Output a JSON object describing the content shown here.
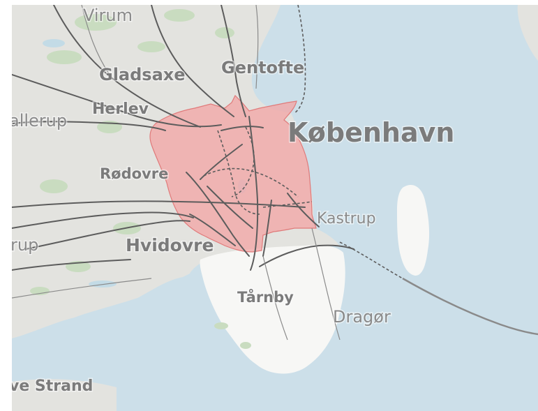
{
  "map": {
    "labels": {
      "virum": "Virum",
      "gladsaxe": "Gladsaxe",
      "gentofte": "Gentofte",
      "herlev": "Herlev",
      "ballerup": "allerup",
      "kobenhavn": "København",
      "rodovre": "Rødovre",
      "kastrup": "Kastrup",
      "glostrup": "rup",
      "hvidovre": "Hvidovre",
      "taarnby": "Tårnby",
      "dragoer": "Dragør",
      "strand": "ve Strand"
    },
    "colors": {
      "water": "#ccdfe9",
      "land": "#e3e3df",
      "island_land": "#f7f7f5",
      "green_area": "#c9dcc0",
      "highlight_fill": "#f2a6a6",
      "highlight_stroke": "#e07a7a",
      "road": "#5c5c5c",
      "label": "#8a8a8a"
    }
  }
}
